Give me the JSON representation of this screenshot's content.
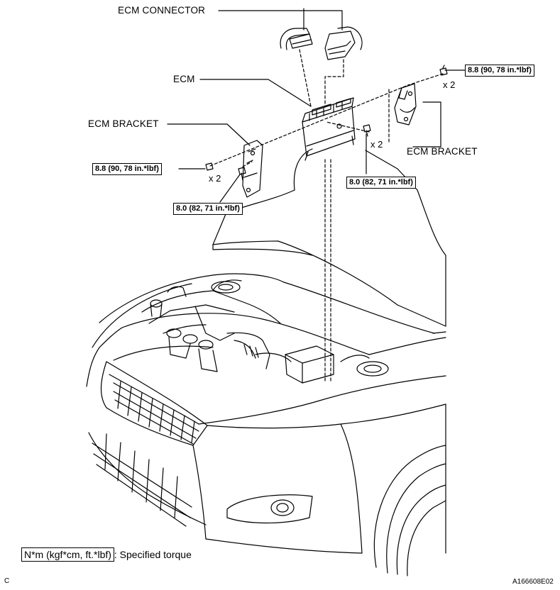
{
  "labels": {
    "ecm_connector": "ECM CONNECTOR",
    "ecm": "ECM",
    "ecm_bracket_left": "ECM BRACKET",
    "ecm_bracket_right": "ECM BRACKET"
  },
  "torques": {
    "top_right": "8.8 (90, 78 in.*lbf)",
    "left": "8.8 (90, 78 in.*lbf)",
    "left_lower": "8.0 (82, 71 in.*lbf)",
    "right_lower": "8.0 (82, 71 in.*lbf)"
  },
  "multipliers": {
    "top_right": "x 2",
    "left": "x 2",
    "right": "x 2"
  },
  "legend": {
    "unit": "N*m (kgf*cm, ft.*lbf)",
    "description": ": Specified torque"
  },
  "corner": {
    "left": "C",
    "right": "A166608E02"
  }
}
